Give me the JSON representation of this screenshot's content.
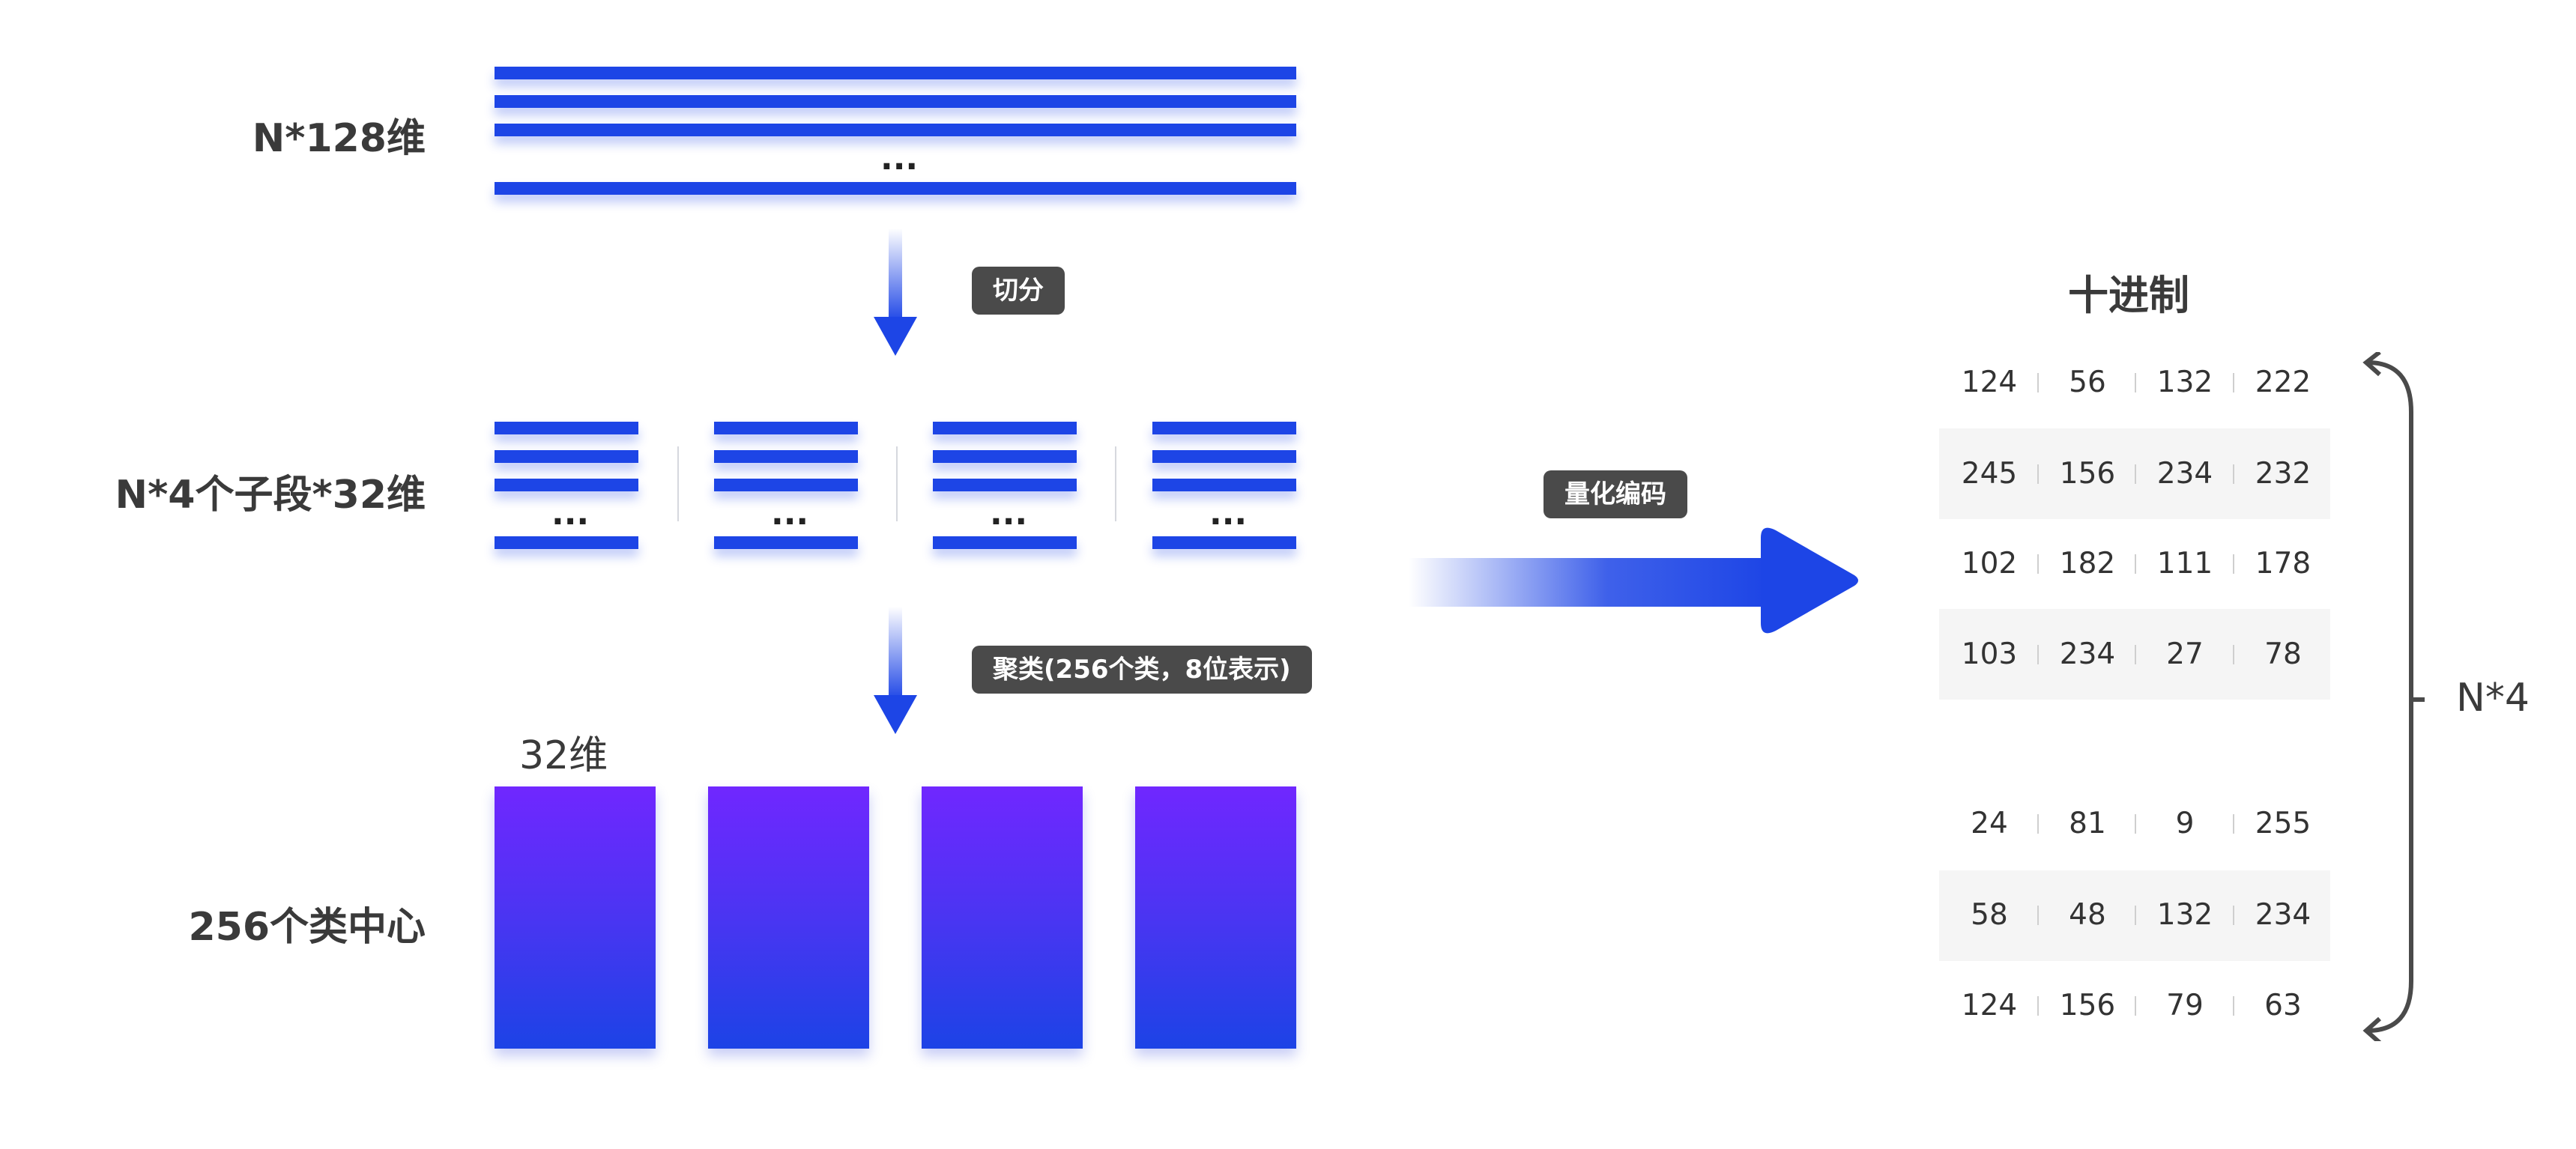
{
  "labels": {
    "row1": "N*128维",
    "row2": "N*4个子段*32维",
    "row3": "256个类中心",
    "dim32": "32维",
    "decimal_title": "十进制",
    "n4": "N*4",
    "ellipsis": "..."
  },
  "badges": {
    "split": "切分",
    "cluster": "聚类(256个类，8位表示)",
    "quantize": "量化编码"
  },
  "colors": {
    "bar_blue": "#1d45e6",
    "purple_top": "#7027ff",
    "badge_bg": "#4a4a4a",
    "stripe": "#f5f5f5"
  },
  "table": {
    "rows": [
      [
        "124",
        "56",
        "132",
        "222"
      ],
      [
        "245",
        "156",
        "234",
        "232"
      ],
      [
        "102",
        "182",
        "111",
        "178"
      ],
      [
        "103",
        "234",
        "27",
        "78"
      ],
      [
        "24",
        "81",
        "9",
        "255"
      ],
      [
        "58",
        "48",
        "132",
        "234"
      ],
      [
        "124",
        "156",
        "79",
        "63"
      ]
    ]
  }
}
